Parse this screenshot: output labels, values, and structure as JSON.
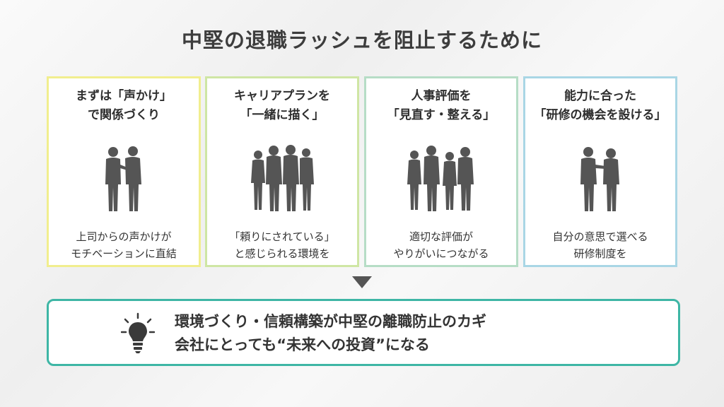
{
  "title": "中堅の退職ラッシュを阻止するために",
  "cards": [
    {
      "heading": [
        "まずは「声かけ」",
        "で関係づくり"
      ],
      "desc": [
        "上司からの声かけが",
        "モチベーションに直結"
      ],
      "border": "#f1ee8e",
      "icon": "two-people-talking-icon"
    },
    {
      "heading": [
        "キャリアプランを",
        "「一緒に描く」"
      ],
      "desc": [
        "「頼りにされている」",
        "と感じられる環境を"
      ],
      "border": "#cfe6a4",
      "icon": "group-discussion-icon"
    },
    {
      "heading": [
        "人事評価を",
        "「見直す・整える」"
      ],
      "desc": [
        "適切な評価が",
        "やりがいにつながる"
      ],
      "border": "#b6ddc6",
      "icon": "team-meeting-icon"
    },
    {
      "heading": [
        "能力に合った",
        "「研修の機会を設ける」"
      ],
      "desc": [
        "自分の意思で選べる",
        "研修制度を"
      ],
      "border": "#a9d6e5",
      "icon": "handshake-people-icon"
    }
  ],
  "conclusion": {
    "lines": [
      "環境づくり・信頼構築が中堅の離職防止のカギ",
      "会社にとっても“未来への投資”になる"
    ],
    "border": "#3eb6a5",
    "icon": "lightbulb-icon"
  },
  "colors": {
    "silhouette": "#555555",
    "arrow": "#555555"
  }
}
